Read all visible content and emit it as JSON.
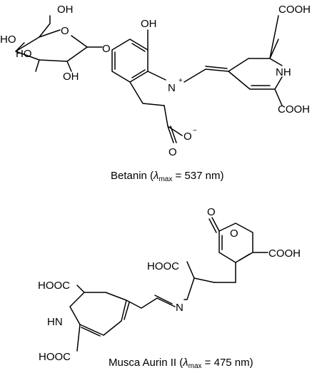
{
  "betanin": {
    "name": "Betanin",
    "lambda_symbol": "λ",
    "lambda_sub": "max",
    "lambda_value": " = 537 nm",
    "labels": {
      "oh_top": "OH",
      "ho_1": "HO",
      "ho_2": "HO",
      "oh_bottom": "OH",
      "o_ring": "O",
      "o_link": "O",
      "oh_phenol": "OH",
      "n_plus": "N",
      "plus": "+",
      "o_double": "O",
      "o_minus": "O",
      "minus": "−",
      "cooh_top": "COOH",
      "nh": "NH",
      "cooh_bottom": "COOH"
    }
  },
  "musca_aurin": {
    "name": "Musca Aurin II",
    "lambda_symbol": "λ",
    "lambda_sub": "max",
    "lambda_value": " = 475 nm",
    "labels": {
      "o_keto": "O",
      "o_ring": "O",
      "cooh_right": "COOH",
      "hooc_mid": "HOOC",
      "n_imine": "N",
      "hooc_top": "HOOC",
      "hn": "HN",
      "hooc_bottom": "HOOC"
    }
  }
}
